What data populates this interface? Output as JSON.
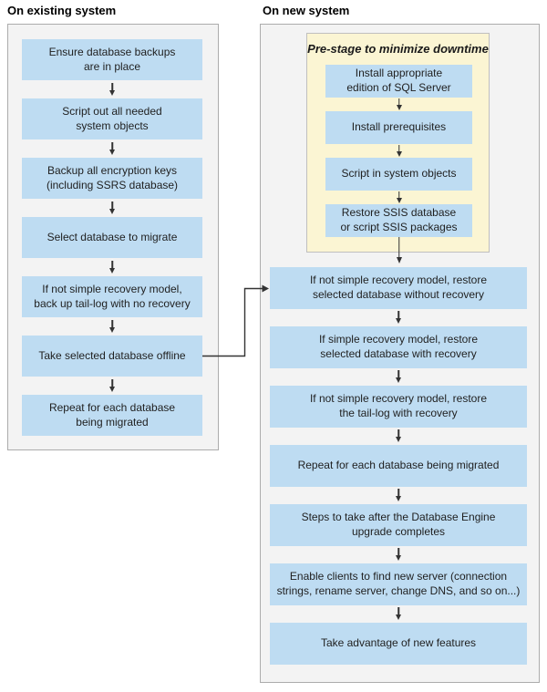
{
  "existing": {
    "title": "On existing system",
    "steps": [
      [
        "Ensure database backups",
        "are in place"
      ],
      [
        "Script out all needed",
        "system objects"
      ],
      [
        "Backup all encryption keys",
        "(including SSRS database)"
      ],
      "Select database to migrate",
      [
        "If not simple recovery model,",
        "back up tail-log with no recovery"
      ],
      "Take selected database offline",
      [
        "Repeat for each database",
        "being migrated"
      ]
    ]
  },
  "new": {
    "title": "On new system",
    "prestage": {
      "title": "Pre-stage to minimize downtime",
      "steps": [
        [
          "Install appropriate",
          "edition of SQL Server"
        ],
        "Install prerequisites",
        "Script in system objects",
        [
          "Restore SSIS database",
          "or script SSIS packages"
        ]
      ]
    },
    "steps": [
      [
        "If not simple recovery model, restore",
        "selected database without recovery"
      ],
      [
        "If simple recovery model, restore",
        "selected database with recovery"
      ],
      [
        "If not simple recovery model, restore",
        "the tail-log with recovery"
      ],
      "Repeat for each database being migrated",
      [
        "Steps to take after the Database Engine",
        "upgrade completes"
      ],
      [
        "Enable clients to find new server (connection",
        "strings, rename server, change DNS, and so on...)"
      ],
      "Take advantage of new features"
    ]
  },
  "colors": {
    "box_fill": "#BEDCF2",
    "prestage_fill": "#FBF5D3",
    "prestage_border": "#BFBFBF",
    "panel_fill": "#F3F3F3",
    "panel_border": "#ACACAC",
    "arrow": "#333333",
    "text": "#1F1F1F"
  }
}
